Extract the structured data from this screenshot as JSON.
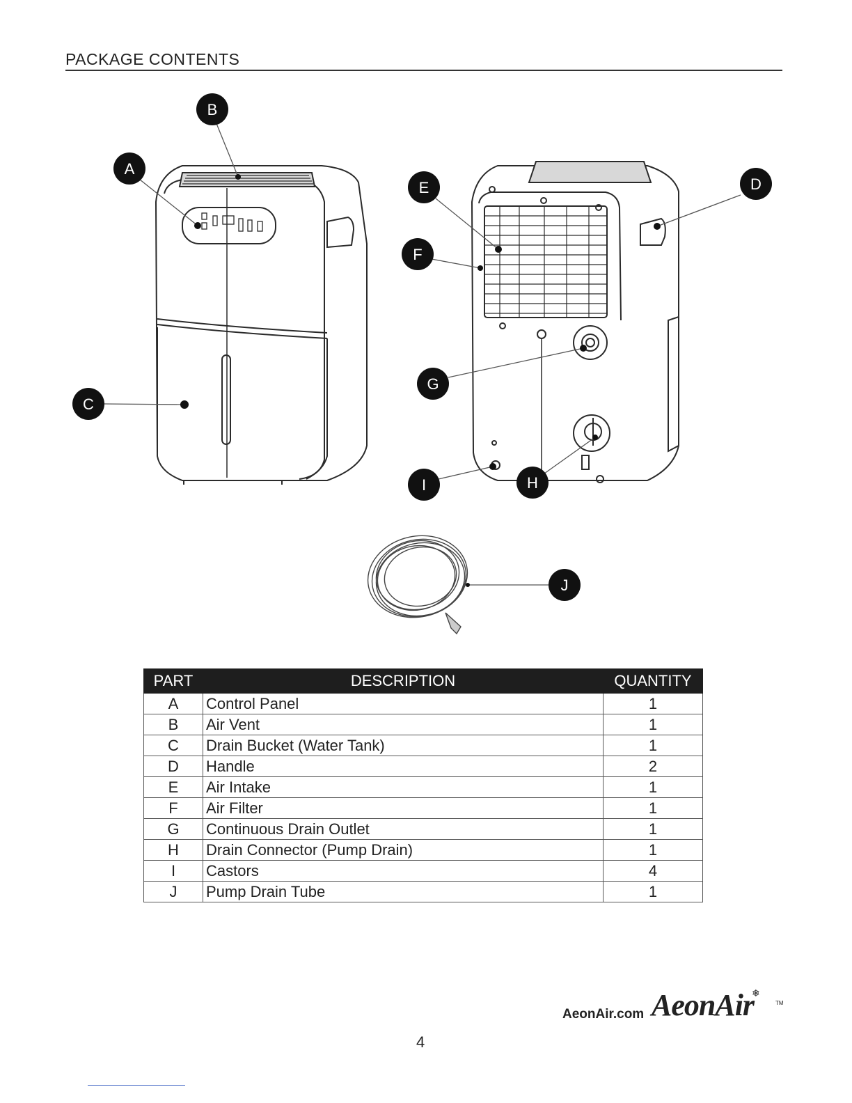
{
  "section_title": "PACKAGE CONTENTS",
  "callouts": [
    "A",
    "B",
    "C",
    "D",
    "E",
    "F",
    "G",
    "H",
    "I",
    "J"
  ],
  "table": {
    "headers": {
      "part": "PART",
      "description": "DESCRIPTION",
      "quantity": "QUANTITY"
    },
    "rows": [
      {
        "part": "A",
        "description": "Control Panel",
        "quantity": "1"
      },
      {
        "part": "B",
        "description": "Air Vent",
        "quantity": "1"
      },
      {
        "part": "C",
        "description": "Drain Bucket (Water Tank)",
        "quantity": "1"
      },
      {
        "part": "D",
        "description": "Handle",
        "quantity": "2"
      },
      {
        "part": "E",
        "description": "Air Intake",
        "quantity": "1"
      },
      {
        "part": "F",
        "description": "Air Filter",
        "quantity": "1"
      },
      {
        "part": "G",
        "description": "Continuous Drain Outlet",
        "quantity": "1"
      },
      {
        "part": "H",
        "description": "Drain Connector (Pump Drain)",
        "quantity": "1"
      },
      {
        "part": "I",
        "description": "Castors",
        "quantity": "4"
      },
      {
        "part": "J",
        "description": "Pump Drain Tube",
        "quantity": "1"
      }
    ]
  },
  "footer": {
    "website": "AeonAir.com",
    "logo_text": "AeonAir",
    "trademark": "TM",
    "page_number": "4"
  }
}
